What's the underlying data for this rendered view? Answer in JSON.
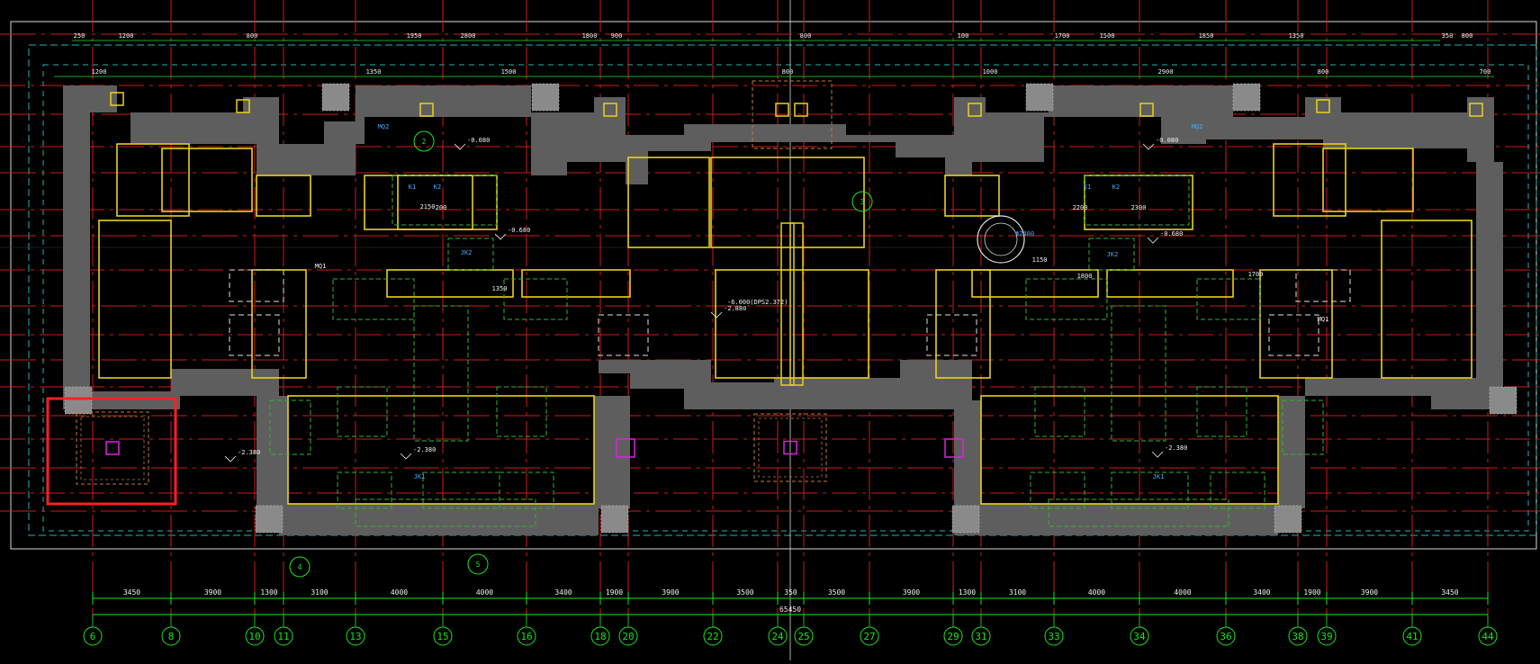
{
  "colors": {
    "background": "#000000",
    "grid_line": "#d11a1a",
    "wall_fill": "#5e5e5e",
    "dimension": "#19e619",
    "column_outline": "#e8d21a",
    "opening_outline": "#2fb52f",
    "highlight_box": "#ff2020",
    "outer_boundary": "#d9d9d9",
    "dashed_boundary": "#1fb3b3",
    "foundation_pad": "#c07a3a",
    "magenta_marker": "#e020e0"
  },
  "axes": {
    "labels": [
      "6",
      "8",
      "10",
      "11",
      "13",
      "15",
      "16",
      "18",
      "20",
      "22",
      "24",
      "25",
      "27",
      "29",
      "31",
      "33",
      "34",
      "36",
      "38",
      "39",
      "41",
      "44"
    ]
  },
  "dimensions": {
    "bottom_spans": [
      "3450",
      "3900",
      "1300",
      "3100",
      "4000",
      "4000",
      "3400",
      "1900",
      "3900",
      "3500",
      "350",
      "3500",
      "3900",
      "1300",
      "3100",
      "4000",
      "4000",
      "3400",
      "1900",
      "3900",
      "3450"
    ],
    "total": "65450",
    "top_spans": [
      "250",
      "1200",
      "1200",
      "800",
      "1350",
      "1950",
      "2800",
      "1500",
      "1800",
      "900",
      "800",
      "800",
      "100",
      "1000",
      "1700",
      "1500",
      "2900",
      "1850",
      "1350",
      "800",
      "350",
      "800",
      "700"
    ]
  },
  "annotations": {
    "level_marks": [
      "-0.080",
      "-0.080",
      "-0.680",
      "-0.680",
      "-2.380",
      "-2.380",
      "-2.380",
      "-2.880"
    ],
    "shaft_text": "-6.000(DPS2.372)",
    "section_marks": [
      "2",
      "3",
      "4",
      "5"
    ],
    "labels": [
      "K1",
      "K2",
      "K1",
      "K2",
      "JK2",
      "JK2",
      "JK1",
      "JK1",
      "MQ2",
      "MQ2",
      "MQ1",
      "MQ1",
      "2150",
      "2200",
      "200",
      "2300",
      "1150",
      "1350",
      "1800",
      "1700"
    ],
    "circle_label": "Φ2400"
  }
}
